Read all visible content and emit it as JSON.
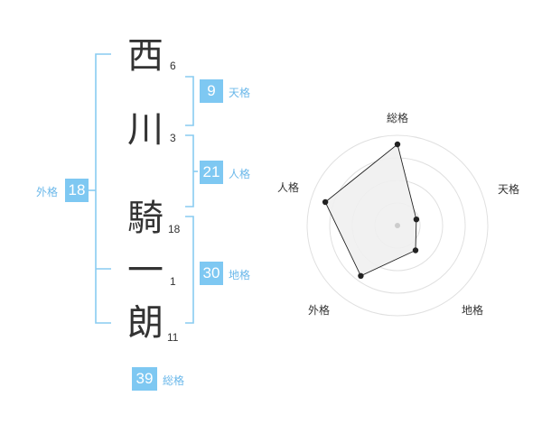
{
  "name_chars": [
    {
      "char": "西",
      "strokes": "6"
    },
    {
      "char": "川",
      "strokes": "3"
    },
    {
      "char": "騎",
      "strokes": "18"
    },
    {
      "char": "一",
      "strokes": "1"
    },
    {
      "char": "朗",
      "strokes": "11"
    }
  ],
  "fortunes": {
    "tenkaku": {
      "value": "9",
      "label": "天格"
    },
    "jinkaku": {
      "value": "21",
      "label": "人格"
    },
    "chikaku": {
      "value": "30",
      "label": "地格"
    },
    "gaikaku": {
      "value": "18",
      "label": "外格"
    },
    "soukaku": {
      "value": "39",
      "label": "総格"
    }
  },
  "colors": {
    "accent": "#7ec8f2",
    "accent_text": "#6bb8ea",
    "bracket": "#88ccf1",
    "radar_ring": "#e0e0e0",
    "radar_fill": "#f0f0f0",
    "radar_line": "#222222"
  },
  "chart_data": {
    "type": "radar",
    "axes": [
      "総格",
      "天格",
      "地格",
      "外格",
      "人格"
    ],
    "values": [
      0.9,
      0.22,
      0.34,
      0.69,
      0.84
    ],
    "value_range": [
      0,
      1
    ],
    "rings": 4
  }
}
